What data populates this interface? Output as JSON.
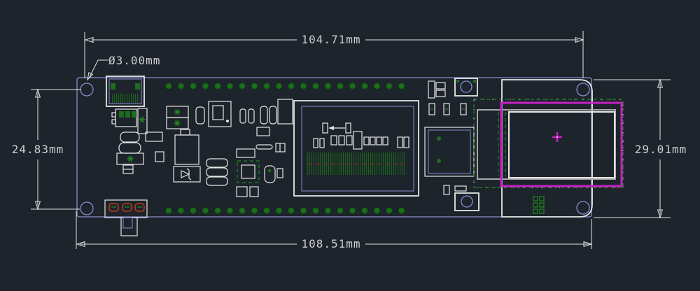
{
  "dimensions": {
    "top": "104.71mm",
    "bottom": "108.51mm",
    "left": "24.83mm",
    "right": "29.01mm",
    "hole_diameter": "Ø3.00mm"
  },
  "pin_rows": {
    "top_count": 20,
    "bottom_count": 20
  },
  "colors": {
    "background": "#1d242b",
    "board": "#8c8cd0",
    "line": "#e6e6e6",
    "glass": "#a9a9a9",
    "text": "#cfcfcf",
    "green": "#1f8a1f",
    "padgreen": "#1c6e1c",
    "hatchgreen": "#1b641b",
    "magenta": "#c61fc6",
    "orange": "#c03818",
    "dashred": "#7a2a22"
  }
}
